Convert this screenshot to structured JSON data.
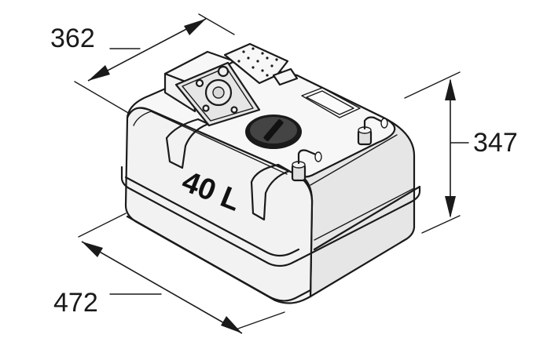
{
  "dimensions": {
    "depth": "362",
    "height": "347",
    "width": "472"
  },
  "capacity_label": "40 L"
}
